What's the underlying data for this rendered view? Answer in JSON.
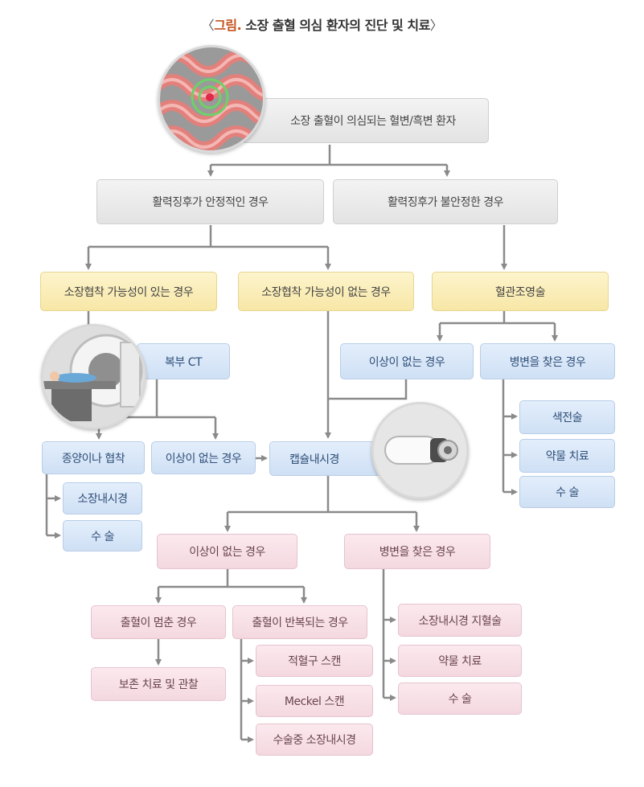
{
  "title": {
    "bracket_open": "〈",
    "figure_label": "그림.",
    "text": " 소장 출혈 의심 환자의 진단 및 치료",
    "bracket_close": "〉"
  },
  "nodes": {
    "root": "소장 출혈이 의심되는 혈변/흑변 환자",
    "stable": "활력징후가 안정적인 경우",
    "unstable": "활력징후가 불안정한 경우",
    "obstruction_possible": "소장협착 가능성이 있는 경우",
    "obstruction_unlikely": "소장협착 가능성이 없는 경우",
    "angiography": "혈관조영술",
    "abdominal_ct": "복부 CT",
    "angio_no_abnormality": "이상이 없는 경우",
    "angio_lesion_found": "병변을 찾은 경우",
    "embolization": "색전술",
    "angio_drug_therapy": "약물 치료",
    "angio_surgery": "수 술",
    "tumor_or_stricture": "종양이나 협착",
    "ct_no_abnormality": "이상이 없는 경우",
    "capsule_endoscopy": "캡슐내시경",
    "small_bowel_endoscopy": "소장내시경",
    "ct_surgery": "수 술",
    "capsule_no_abnormality": "이상이 없는 경우",
    "capsule_lesion_found": "병변을 찾은 경우",
    "bleeding_stopped": "출혈이 멈춘 경우",
    "bleeding_recurrent": "출혈이 반복되는 경우",
    "conservative_care": "보존 치료 및 관찰",
    "rbc_scan": "적혈구 스캔",
    "meckel_scan": "Meckel 스캔",
    "intraop_endoscopy": "수술중 소장내시경",
    "endoscopic_hemostasis": "소장내시경 지혈술",
    "capsule_drug_therapy": "약물 치료",
    "capsule_surgery": "수 술"
  },
  "colors": {
    "gray": "#e8e8e8",
    "yellow": "#f9ebb3",
    "blue": "#d6e5f7",
    "pink": "#f7dfe6",
    "line": "#8a8a8a",
    "title_accent": "#c4521c"
  },
  "icons": {
    "intestine": "small-intestine-illustration",
    "ct": "ct-scanner-illustration",
    "capsule": "capsule-camera-illustration"
  }
}
